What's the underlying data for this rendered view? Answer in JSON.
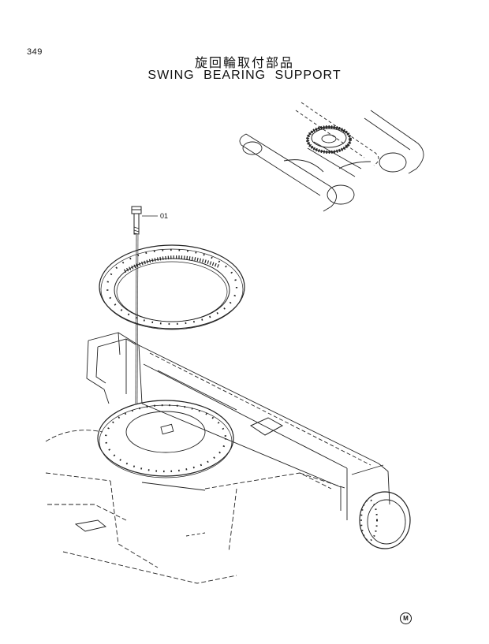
{
  "page": {
    "number": "349",
    "title_jp": "旋回輪取付部品",
    "title_en": "SWING BEARING SUPPORT",
    "mark": "M"
  },
  "callouts": [
    {
      "label": "01"
    }
  ],
  "icons": {
    "bolt": "bolt-icon",
    "mark": "circled-m-icon"
  }
}
